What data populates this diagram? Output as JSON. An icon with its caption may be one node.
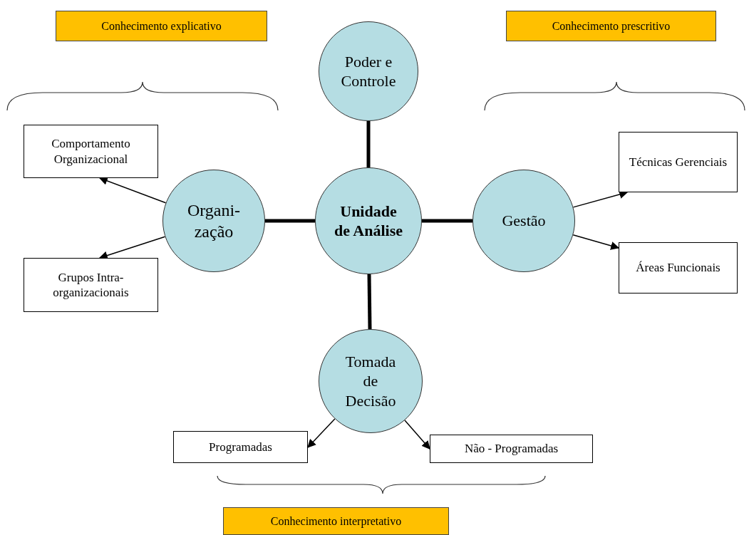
{
  "diagram": {
    "nodes": [
      {
        "text": [
          "Conhecimento explicativo"
        ]
      },
      {
        "text": [
          "Poder e Controle"
        ]
      },
      {
        "text": [
          "Conhecimento prescritivo"
        ]
      },
      {
        "text": [
          "Comportamento Organizacional"
        ]
      },
      {
        "text": [
          "Técnicas Gerenciais"
        ]
      },
      {
        "text": [
          "Organi- zação"
        ]
      },
      {
        "text": [
          "Unidade de Análise"
        ]
      },
      {
        "text": [
          "Gestão"
        ]
      },
      {
        "text": [
          "Áreas Funcionais"
        ]
      },
      {
        "text": [
          "Grupos Intra- organizacionais"
        ]
      },
      {
        "text": [
          "Tomada de Decisão"
        ]
      },
      {
        "text": [
          "Programadas"
        ]
      },
      {
        "text": [
          "Não - Programadas"
        ]
      },
      {
        "text": [
          "Conhecimento interpretativo"
        ]
      }
    ],
    "edges": [
      {
        "from": 6,
        "to": 1,
        "arrow": "none",
        "style": "thick"
      },
      {
        "from": 6,
        "to": 5,
        "arrow": "none",
        "style": "thick"
      },
      {
        "from": 6,
        "to": 7,
        "arrow": "none",
        "style": "thick"
      },
      {
        "from": 6,
        "to": 10,
        "arrow": "none",
        "style": "thick"
      },
      {
        "from": 5,
        "to": 3,
        "arrow": "to"
      },
      {
        "from": 5,
        "to": 9,
        "arrow": "to"
      },
      {
        "from": 7,
        "to": 4,
        "arrow": "to"
      },
      {
        "from": 7,
        "to": 8,
        "arrow": "to"
      },
      {
        "from": 10,
        "to": 11,
        "arrow": "to"
      },
      {
        "from": 10,
        "to": 12,
        "arrow": "to"
      }
    ]
  }
}
